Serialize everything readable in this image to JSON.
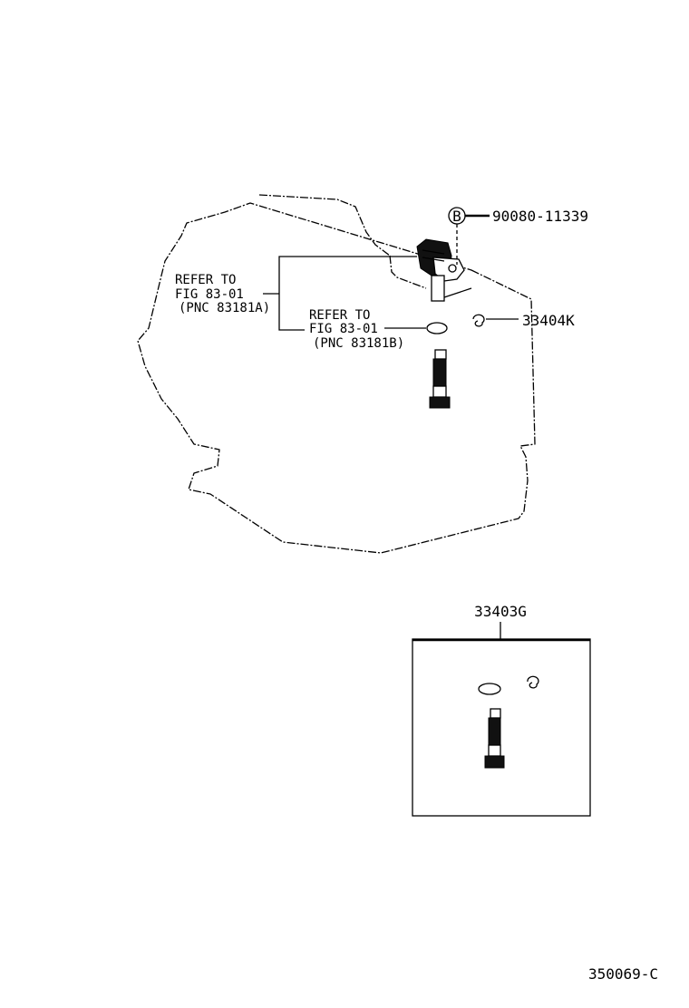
{
  "callout_b": {
    "letter": "B",
    "part_number": "90080-11339"
  },
  "refer_upper": {
    "line1": "REFER TO",
    "line2": "FIG 83-01",
    "line3": "(PNC 83181A)"
  },
  "refer_lower": {
    "line1": "REFER TO",
    "line2": "FIG 83-01",
    "line3": "(PNC 83181B)"
  },
  "part_clip": "33404K",
  "kit_part": "33403G",
  "drawing_code": "350069-C"
}
